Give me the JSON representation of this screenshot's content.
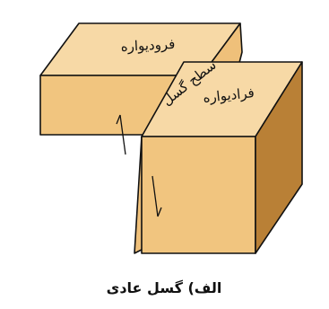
{
  "diagram": {
    "labels": {
      "footwall": "فرودیواره",
      "fault_plane": "سطح گسل",
      "hanging_wall": "فرادیواره"
    },
    "caption": "الف) گسل عادی",
    "colors": {
      "block_top": "#f7d9a6",
      "block_front": "#f1c57f",
      "block_side": "#b98036",
      "fault_plane": "#efc07a",
      "outline": "#111111"
    },
    "icons": [
      "arrow-up-icon",
      "arrow-down-icon"
    ]
  }
}
